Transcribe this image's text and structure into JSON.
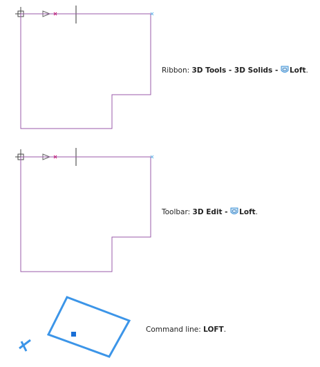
{
  "panels": [
    {
      "caption_prefix": "Ribbon: ",
      "caption_path": "3D Tools - 3D Solids - ",
      "caption_command": "Loft",
      "caption_suffix": ".",
      "icon": "loft-icon"
    },
    {
      "caption_prefix": "Toolbar: ",
      "caption_path": "3D Edit - ",
      "caption_command": "Loft",
      "caption_suffix": ".",
      "icon": "loft-icon"
    },
    {
      "caption_prefix": "Command line: ",
      "caption_command": "LOFT",
      "caption_suffix": "."
    }
  ],
  "colors": {
    "outline": "#9a5aa8",
    "ucs": "#444444",
    "selection": "#3c95e8",
    "grip": "#1a6fd6",
    "icon_blue": "#3a8fd6"
  }
}
